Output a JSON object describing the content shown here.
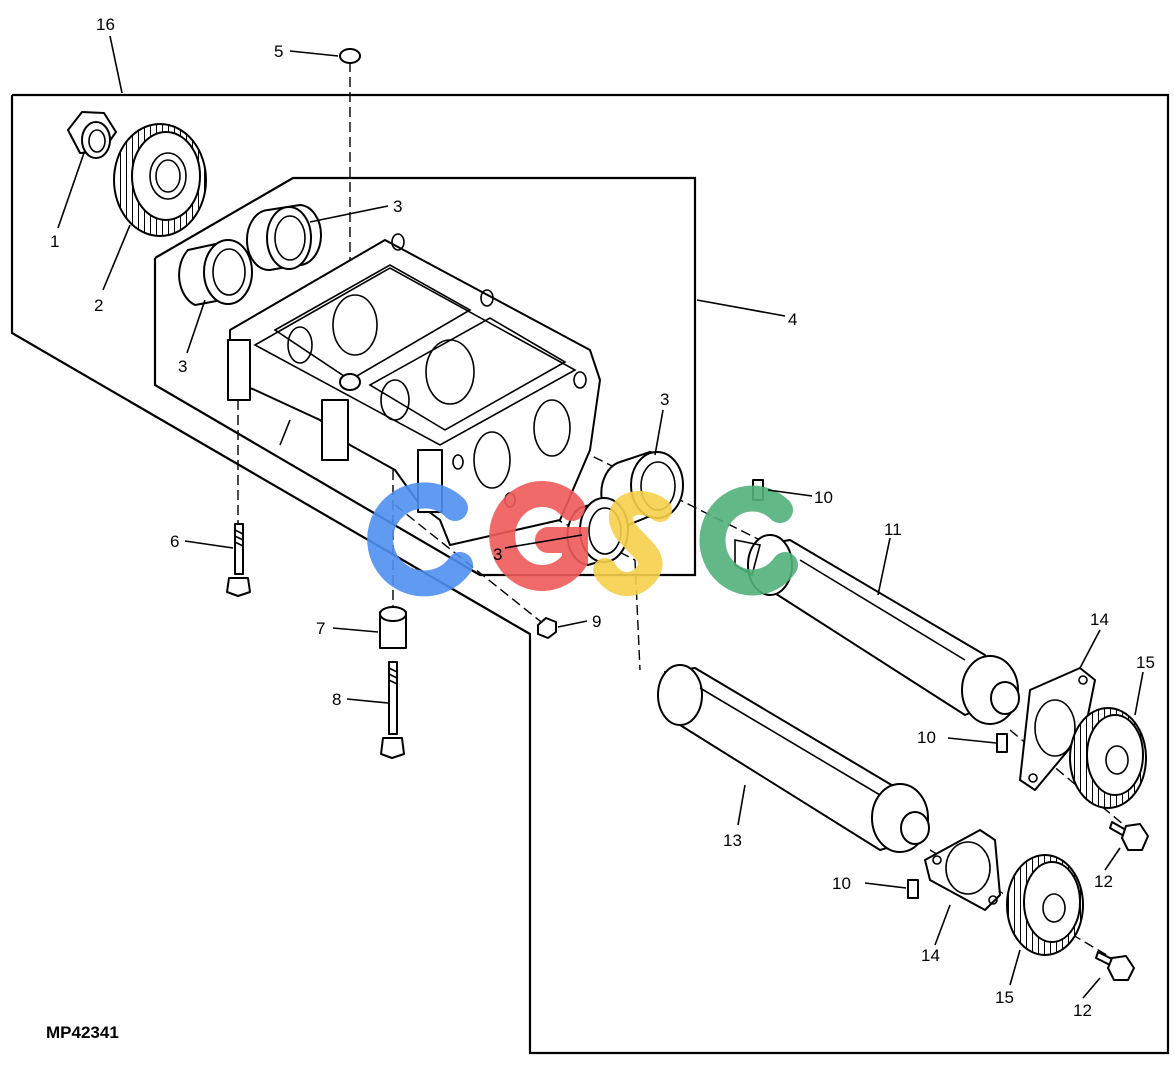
{
  "drawing_code": "MP42341",
  "watermark": {
    "text": "CGSC",
    "colors": [
      "#4f8ff0",
      "#ee5a5a",
      "#f6cf4a",
      "#52b07a"
    ]
  },
  "callouts": {
    "c1": "1",
    "c2": "2",
    "c3a": "3",
    "c3b": "3",
    "c3c": "3",
    "c3d": "3",
    "c4": "4",
    "c5": "5",
    "c6": "6",
    "c7": "7",
    "c8": "8",
    "c9": "9",
    "c10a": "10",
    "c10b": "10",
    "c10c": "10",
    "c11": "11",
    "c12a": "12",
    "c12b": "12",
    "c13": "13",
    "c14a": "14",
    "c14b": "14",
    "c15a": "15",
    "c15b": "15",
    "c16": "16"
  }
}
